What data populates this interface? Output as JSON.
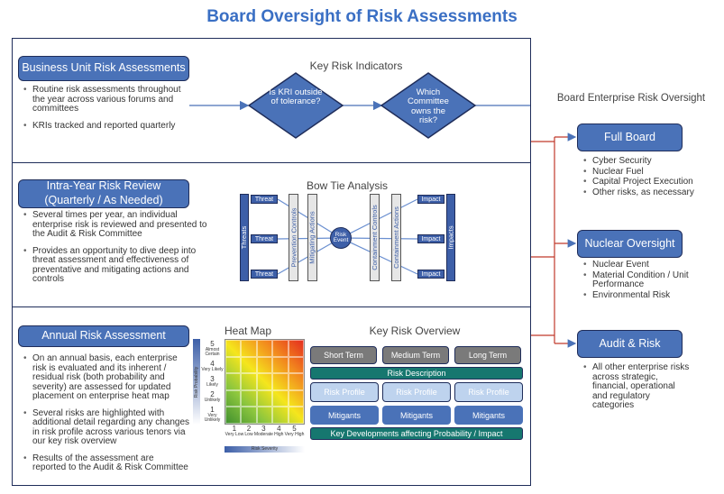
{
  "title": "Board Oversight of Risk Assessments",
  "bu": {
    "header": "Business Unit Risk Assessments",
    "bullets": [
      "Routine risk assessments throughout the year across various forums and committees",
      "KRIs tracked and reported quarterly"
    ]
  },
  "kri": {
    "title": "Key Risk Indicators",
    "diamond1": "Is KRI outside of tolerance?",
    "diamond2": "Which Committee owns the risk?"
  },
  "iy": {
    "header1": "Intra-Year Risk Review",
    "header2": "(Quarterly / As Needed)",
    "bullets": [
      "Several times per year, an individual enterprise risk is reviewed and presented to the Audit & Risk Committee",
      "Provides an opportunity to dive deep into threat assessment and effectiveness of preventative and mitigating actions and controls"
    ]
  },
  "bowtie": {
    "title": "Bow Tie Analysis",
    "threats": "Threats",
    "threat": "Threat",
    "prevention": "Prevention Controls",
    "mitigating": "Mitigating Actions",
    "event": "Risk Event",
    "containment_controls": "Containment Controls",
    "containment_actions": "Containment Actions",
    "impact": "Impact",
    "impacts": "Impacts"
  },
  "annual": {
    "header": "Annual Risk Assessment",
    "bullets": [
      "On an annual basis, each enterprise risk is evaluated and its inherent / residual risk (both probability and severity) are assessed for updated placement on enterprise heat map",
      "Several risks are highlighted with additional detail regarding any changes in risk profile across various tenors via our key risk overview",
      "Results of the assessment are reported to the Audit & Risk Committee"
    ]
  },
  "heatmap": {
    "title": "Heat Map",
    "y_label": "Risk Probability",
    "x_label": "Risk Severity",
    "y_levels": [
      {
        "n": "5",
        "t": "Almost Certain"
      },
      {
        "n": "4",
        "t": "Very Likely"
      },
      {
        "n": "3",
        "t": "Likely"
      },
      {
        "n": "2",
        "t": "Unlikely"
      },
      {
        "n": "1",
        "t": "Very Unlikely"
      }
    ],
    "x_levels": [
      {
        "n": "1",
        "t": "Very Low"
      },
      {
        "n": "2",
        "t": "Low"
      },
      {
        "n": "3",
        "t": "Moderate"
      },
      {
        "n": "4",
        "t": "High"
      },
      {
        "n": "5",
        "t": "Very High"
      }
    ]
  },
  "kro": {
    "title": "Key Risk Overview",
    "terms": [
      "Short Term",
      "Medium Term",
      "Long Term"
    ],
    "description": "Risk Description",
    "profile": "Risk Profile",
    "mitigants": "Mitigants",
    "developments": "Key Developments affecting Probability / Impact"
  },
  "right": {
    "title": "Board Enterprise Risk Oversight",
    "boxes": [
      {
        "label": "Full Board",
        "items": [
          "Cyber Security",
          "Nuclear Fuel",
          "Capital Project Execution",
          "Other risks, as necessary"
        ]
      },
      {
        "label": "Nuclear Oversight",
        "items": [
          "Nuclear Event",
          "Material Condition / Unit Performance",
          "Environmental Risk"
        ]
      },
      {
        "label": "Audit & Risk",
        "items": [
          "All other enterprise risks across strategic, financial, operational and regulatory categories"
        ]
      }
    ]
  }
}
